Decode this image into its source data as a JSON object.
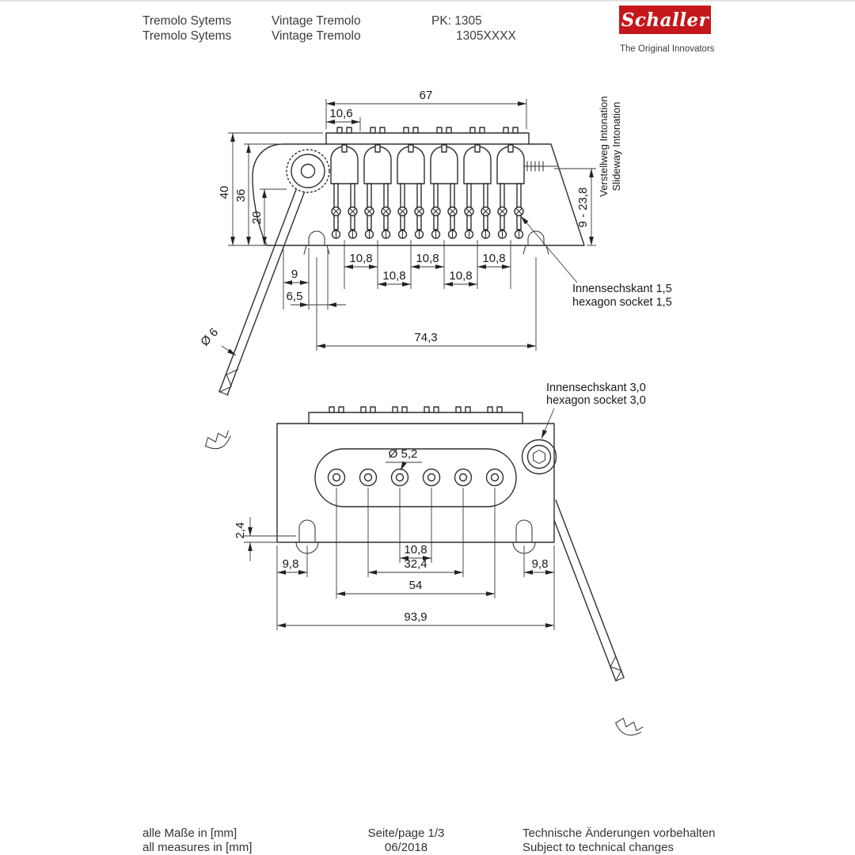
{
  "header": {
    "row1": {
      "category": "Tremolo Sytems",
      "product": "Vintage Tremolo",
      "pk": "PK: 1305"
    },
    "row2": {
      "category": "Tremolo Sytems",
      "product": "Vintage Tremolo",
      "pk": "1305XXXX"
    },
    "logo": {
      "name": "Schaller",
      "tagline": "The Original Innovators",
      "color": "#c4171c"
    }
  },
  "front_view": {
    "d67": "67",
    "d106": "10,6",
    "d40": "40",
    "d36": "36",
    "d20": "20",
    "travel": "9 - 23,8",
    "travel_de": "Verstellweg Intonation",
    "travel_en": "Slideway Intonation",
    "d108": "10,8",
    "d9": "9",
    "d65": "6,5",
    "d743": "74,3",
    "arm_dia": "Ø 6",
    "hex_de": "Innensechskant  1,5",
    "hex_en": "hexagon socket 1,5"
  },
  "plan_view": {
    "hex_de": "Innensechskant  3,0",
    "hex_en": "hexagon socket 3,0",
    "hole_dia": "Ø 5,2",
    "d24": "2,4",
    "d98": "9,8",
    "d108": "10,8",
    "d324": "32,4",
    "d54": "54",
    "d939": "93,9"
  },
  "footer": {
    "units_de": "alle Maße in [mm]",
    "units_en": "all measures in [mm]",
    "page": "Seite/page 1/3",
    "date": "06/2018",
    "notice_de": "Technische Änderungen vorbehalten",
    "notice_en": "Subject to technical changes"
  }
}
